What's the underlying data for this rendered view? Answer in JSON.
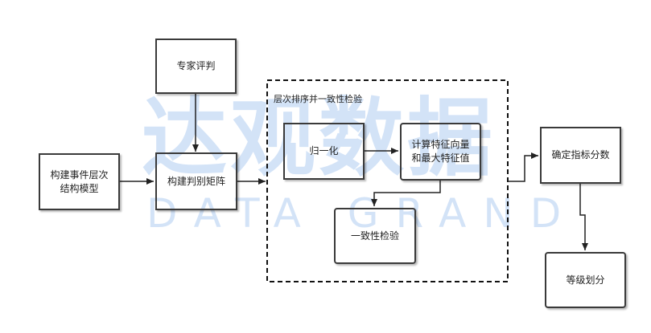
{
  "watermark": {
    "text_cn": "达观数据",
    "text_en": "DATA GRAND"
  },
  "colors": {
    "box_border": "#3a3a3a",
    "arrow": "#222222",
    "watermark": "#78aae6"
  },
  "nodes": {
    "hierarchy_model": "构建事件层次\n结构模型",
    "expert_review": "专家评判",
    "judgment_matrix": "构建判别矩阵",
    "normalize": "归一化",
    "eigen_compute": "计算特征向量\n和最大特征值",
    "consistency_test": "一致性检验",
    "index_score": "确定指标分数",
    "grading": "等级划分"
  },
  "group": {
    "label": "层次排序并一致性检验"
  }
}
